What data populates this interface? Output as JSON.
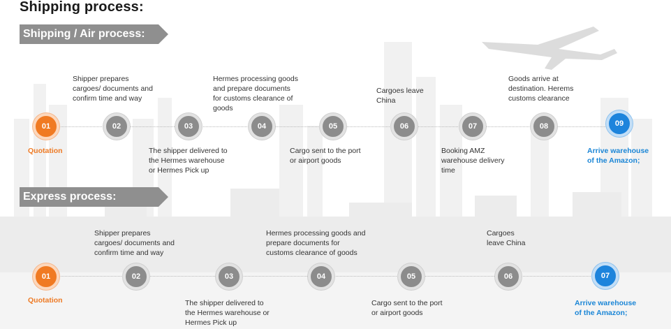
{
  "title": "Shipping process:",
  "air": {
    "banner": "Shipping / Air process:",
    "steps": [
      {
        "num": "01",
        "label": "Quotation",
        "color": "orange"
      },
      {
        "num": "02",
        "label": "Shipper prepares\ncargoes/ documents and\nconfirm time and way",
        "color": "gray"
      },
      {
        "num": "03",
        "label": "The shipper delivered to\nthe Hermes warehouse\nor Hermes Pick up",
        "color": "gray"
      },
      {
        "num": "04",
        "label": "Hermes processing goods\nand prepare documents\nfor customs clearance of\ngoods",
        "color": "gray"
      },
      {
        "num": "05",
        "label": "Cargo sent to the port\nor airport goods",
        "color": "gray"
      },
      {
        "num": "06",
        "label": "Cargoes leave\nChina",
        "color": "gray"
      },
      {
        "num": "07",
        "label": "Booking AMZ\nwarehouse delivery\ntime",
        "color": "gray"
      },
      {
        "num": "08",
        "label": "Goods arrive at\ndestination. Herems\ncustoms clearance",
        "color": "gray"
      },
      {
        "num": "09",
        "label": "Arrive warehouse\nof the Amazon;",
        "color": "blue"
      }
    ]
  },
  "express": {
    "banner": "Express process:",
    "steps": [
      {
        "num": "01",
        "label": "Quotation",
        "color": "orange"
      },
      {
        "num": "02",
        "label": "Shipper prepares\ncargoes/ documents and\nconfirm time and way",
        "color": "gray"
      },
      {
        "num": "03",
        "label": "The shipper delivered to\nthe Hermes warehouse or\nHermes Pick up",
        "color": "gray"
      },
      {
        "num": "04",
        "label": "Hermes processing goods and\nprepare documents for\ncustoms clearance of goods",
        "color": "gray"
      },
      {
        "num": "05",
        "label": "Cargo sent to the port\nor airport goods",
        "color": "gray"
      },
      {
        "num": "06",
        "label": "Cargoes\nleave China",
        "color": "gray"
      },
      {
        "num": "07",
        "label": "Arrive warehouse\nof the Amazon;",
        "color": "blue"
      }
    ]
  },
  "colors": {
    "banner_gray": "#8f8f8f",
    "accent_orange": "#f07a22",
    "accent_blue": "#1d84dc",
    "node_gray": "#8c8c8c"
  }
}
